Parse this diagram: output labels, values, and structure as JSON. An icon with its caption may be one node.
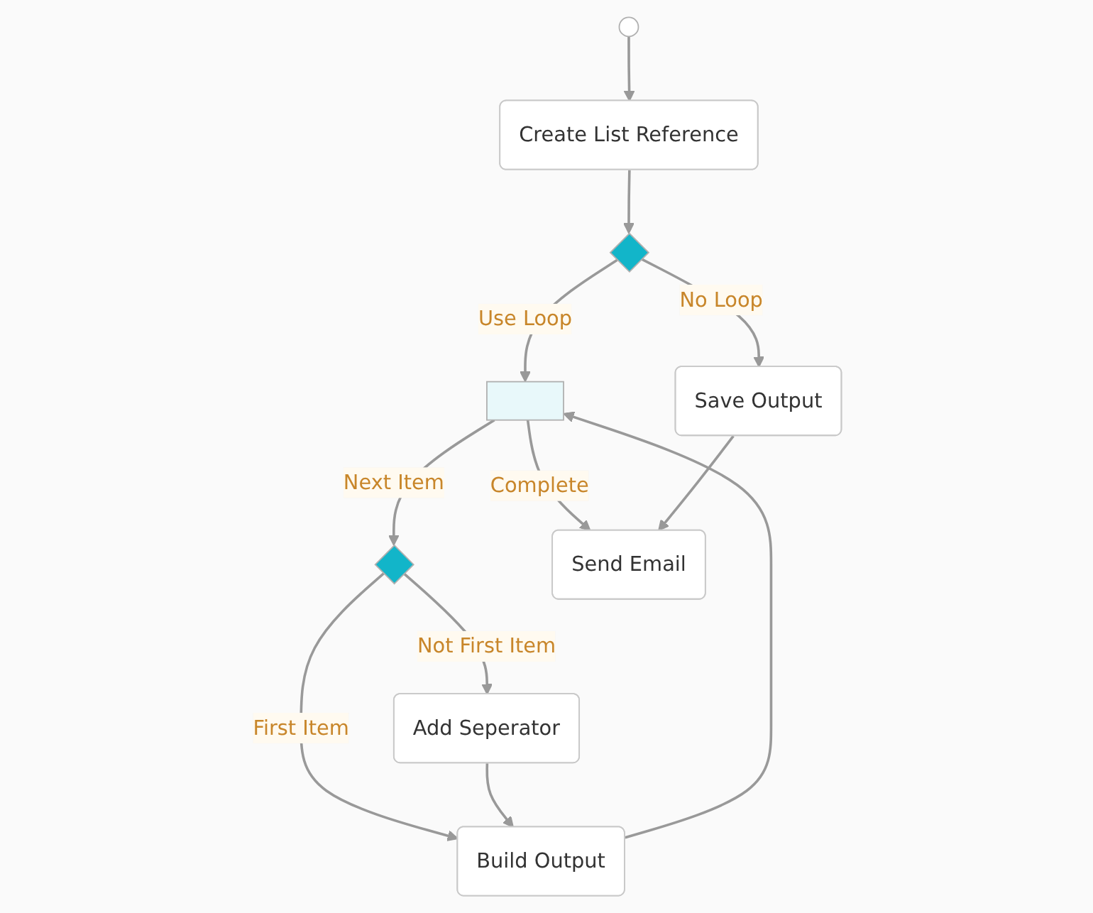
{
  "diagram": {
    "nodes": [
      {
        "text": [],
        "shape": "circle"
      },
      {
        "text": [
          "Create List Reference"
        ]
      },
      {
        "text": [],
        "shape": "diamond"
      },
      {
        "text": [],
        "shape": "box"
      },
      {
        "text": [],
        "shape": "diamond"
      },
      {
        "text": [
          "Add Seperator"
        ]
      },
      {
        "text": [
          "Build Output"
        ]
      },
      {
        "text": [
          "Save Output"
        ]
      },
      {
        "text": [
          "Send Email"
        ]
      }
    ],
    "edges": [
      {
        "from": 0,
        "to": 1,
        "arrow": "to"
      },
      {
        "from": 1,
        "to": 2,
        "arrow": "to"
      },
      {
        "from": 2,
        "to": 3,
        "label": "Use Loop",
        "arrow": "to"
      },
      {
        "from": 2,
        "to": 7,
        "label": "No Loop",
        "arrow": "to"
      },
      {
        "from": 3,
        "to": 4,
        "label": "Next Item",
        "arrow": "to"
      },
      {
        "from": 4,
        "to": 6,
        "label": "First Item",
        "arrow": "to"
      },
      {
        "from": 4,
        "to": 5,
        "label": "Not First Item",
        "arrow": "to"
      },
      {
        "from": 5,
        "to": 6,
        "arrow": "to"
      },
      {
        "from": 6,
        "to": 3,
        "arrow": "to"
      },
      {
        "from": 3,
        "to": 8,
        "label": "Complete",
        "arrow": "to"
      },
      {
        "from": 7,
        "to": 8,
        "arrow": "to"
      }
    ]
  }
}
